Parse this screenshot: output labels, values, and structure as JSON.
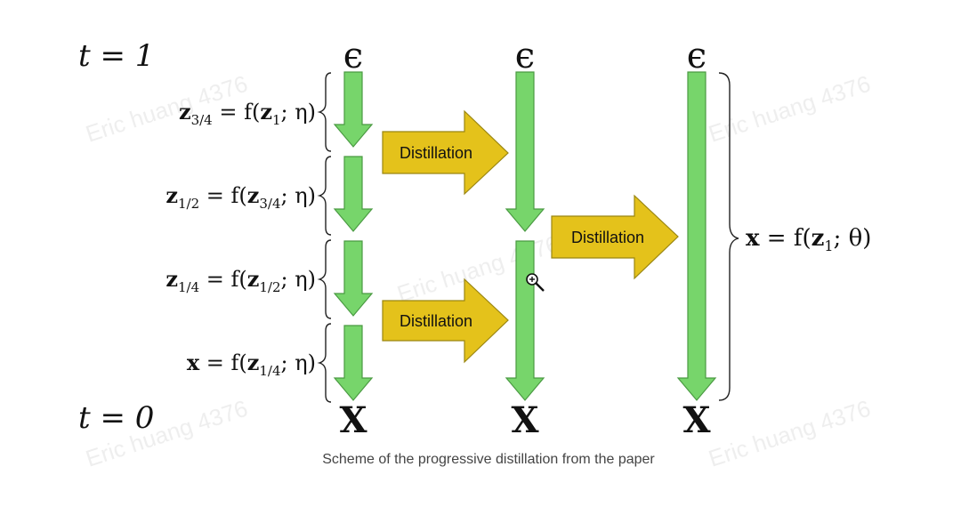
{
  "labels": {
    "t_top": "t = 1",
    "t_bottom": "t = 0",
    "epsilon": "ϵ",
    "x_big": "X"
  },
  "equations": {
    "z34": {
      "lhs": "z",
      "lhs_sub": "3/4",
      "mid": " = f(",
      "arg": "z",
      "arg_sub": "1",
      "end": "; η)"
    },
    "z12": {
      "lhs": "z",
      "lhs_sub": "1/2",
      "mid": " = f(",
      "arg": "z",
      "arg_sub": "3/4",
      "end": "; η)"
    },
    "z14": {
      "lhs": "z",
      "lhs_sub": "1/4",
      "mid": " = f(",
      "arg": "z",
      "arg_sub": "1/2",
      "end": "; η)"
    },
    "x": {
      "lhs": "x",
      "lhs_sub": "",
      "mid": " = f(",
      "arg": "z",
      "arg_sub": "1/4",
      "end": "; η)"
    },
    "final": {
      "lhs": "x",
      "lhs_sub": "",
      "mid": " = f(",
      "arg": "z",
      "arg_sub": "1",
      "end": "; θ)"
    }
  },
  "distillation_label": "Distillation",
  "watermark": "Eric huang 4376",
  "caption": "Scheme of the progressive distillation from the paper",
  "colors": {
    "arrow_green": "#77d56b",
    "arrow_green_stroke": "#4a9a42",
    "arrow_yellow": "#e4c21b",
    "arrow_yellow_stroke": "#9a8612"
  },
  "icons": {
    "cursor": "zoom-in-cursor-icon"
  }
}
